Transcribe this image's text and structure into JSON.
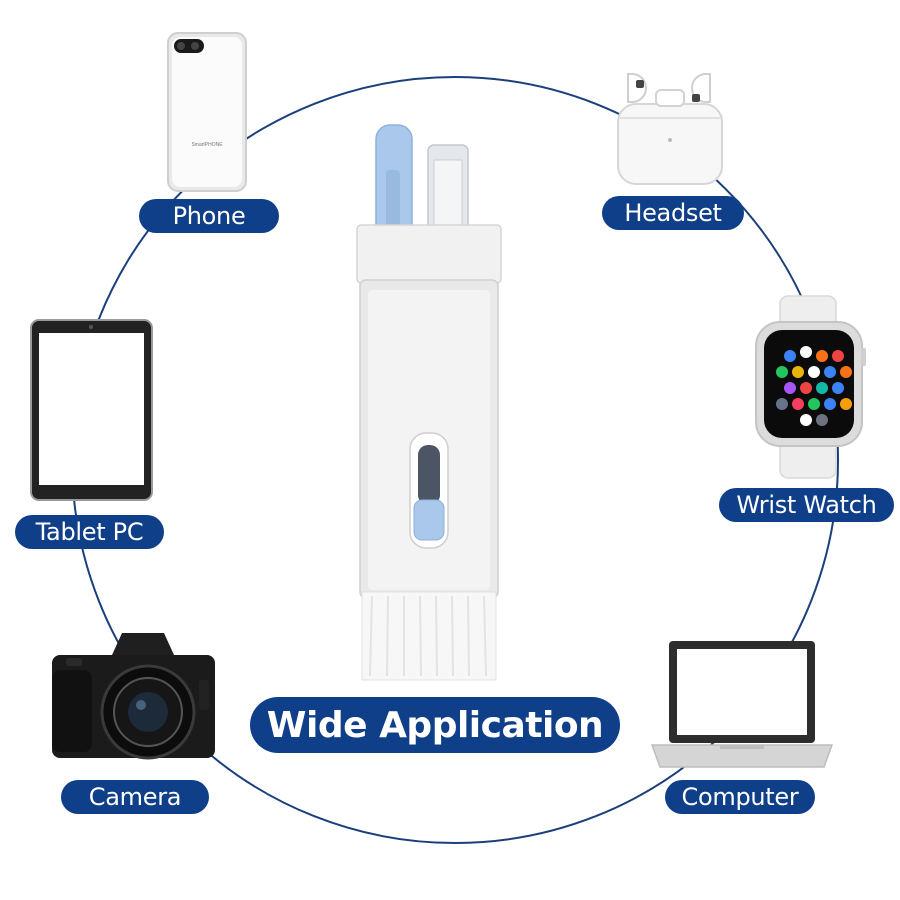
{
  "headline": "Wide Application",
  "product": {
    "name": "cleaning-pen-kit",
    "accent_color": "#a9c8ec",
    "body_color": "#eeeeee"
  },
  "devices": [
    {
      "key": "phone",
      "label": "Phone",
      "printed_text": "SmartPHONE"
    },
    {
      "key": "headset",
      "label": "Headset"
    },
    {
      "key": "tablet",
      "label": "Tablet PC"
    },
    {
      "key": "watch",
      "label": "Wrist Watch"
    },
    {
      "key": "camera",
      "label": "Camera"
    },
    {
      "key": "computer",
      "label": "Computer"
    }
  ],
  "colors": {
    "label_background": "#0f3f88",
    "label_text": "#ffffff",
    "ring": "#1b3f7c"
  }
}
